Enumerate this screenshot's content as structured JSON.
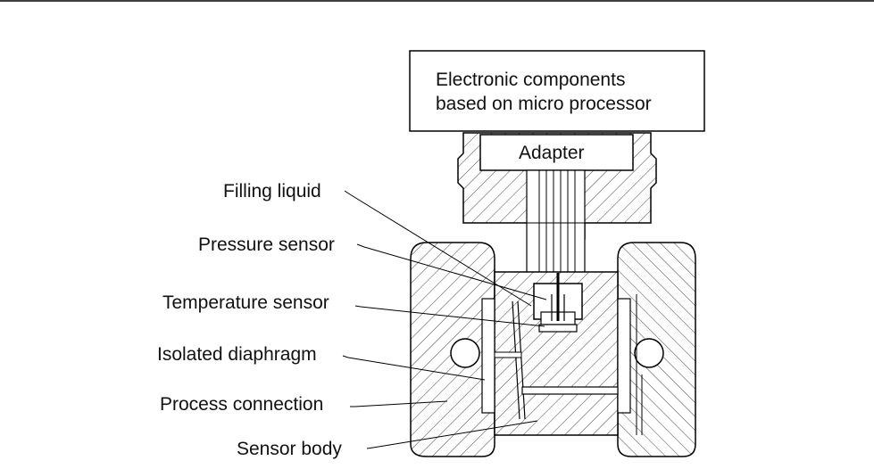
{
  "figure": {
    "boxes": {
      "electronics": [
        "Electronic components",
        "based on micro processor"
      ],
      "adapter": "Adapter"
    },
    "callouts": [
      "Filling liquid",
      "Pressure sensor",
      "Temperature sensor",
      "Isolated diaphragm",
      "Process connection",
      "Sensor body"
    ]
  }
}
